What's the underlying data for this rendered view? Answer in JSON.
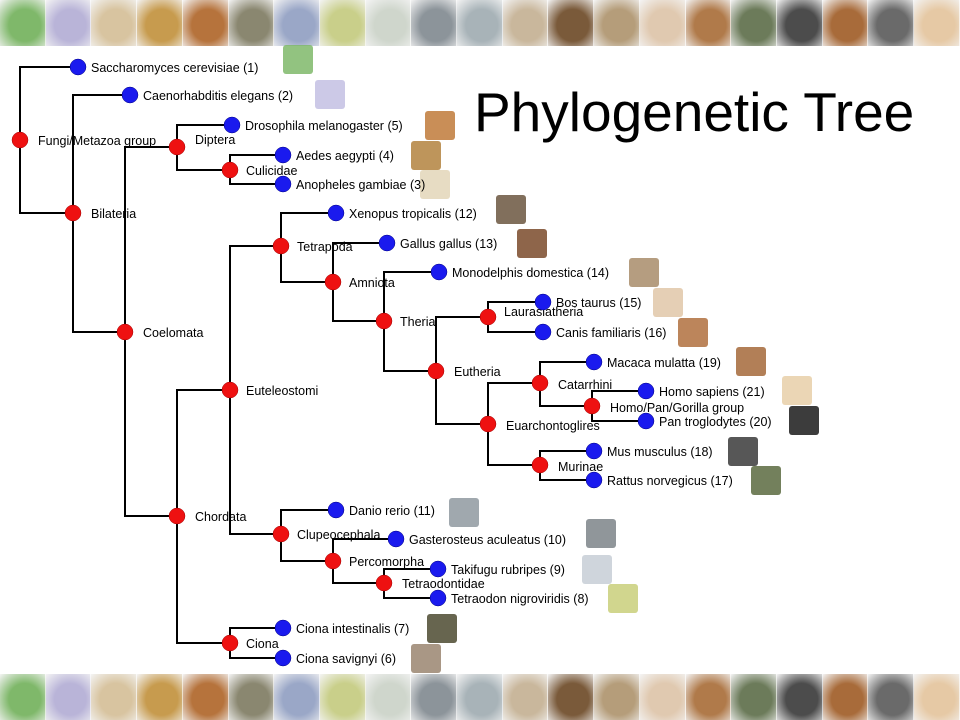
{
  "title": "Phylogenetic Tree",
  "colors": {
    "internal_node": "#ee1111",
    "leaf_node": "#1a1aee",
    "edge": "#000000"
  },
  "strip_thumbnails": [
    {
      "icon": "yeast-cell",
      "color": "#7fb86a"
    },
    {
      "icon": "nematode",
      "color": "#b9b4d8"
    },
    {
      "icon": "mosquito",
      "color": "#d8c4a0"
    },
    {
      "icon": "fruit-fly",
      "color": "#c79b4e"
    },
    {
      "icon": "fruit-fly-2",
      "color": "#b6733c"
    },
    {
      "icon": "sea-squirt",
      "color": "#8a8770"
    },
    {
      "icon": "sea-squirt-2",
      "color": "#9aa7c7"
    },
    {
      "icon": "pufferfish",
      "color": "#c9cf8a"
    },
    {
      "icon": "pufferfish-2",
      "color": "#cfd6cc"
    },
    {
      "icon": "stickleback",
      "color": "#8c949a"
    },
    {
      "icon": "zebrafish",
      "color": "#a8b3b8"
    },
    {
      "icon": "frog",
      "color": "#c9b79c"
    },
    {
      "icon": "chicken",
      "color": "#7a5a3a"
    },
    {
      "icon": "opossum",
      "color": "#b59d7a"
    },
    {
      "icon": "cow",
      "color": "#e0c9b0"
    },
    {
      "icon": "dog",
      "color": "#b07a4a"
    },
    {
      "icon": "rat",
      "color": "#6c7b5a"
    },
    {
      "icon": "mouse",
      "color": "#4c4c4c"
    },
    {
      "icon": "macaque",
      "color": "#a86b3a"
    },
    {
      "icon": "chimpanzee",
      "color": "#6a6a6a"
    },
    {
      "icon": "vitruvian-man",
      "color": "#e6c9a5"
    }
  ],
  "tree": {
    "internal": [
      {
        "id": "root",
        "label": ""
      },
      {
        "id": "fungi",
        "label": "Fungi/Metazoa group"
      },
      {
        "id": "bilateria",
        "label": "Bilateria"
      },
      {
        "id": "coelomata",
        "label": "Coelomata"
      },
      {
        "id": "diptera",
        "label": "Diptera"
      },
      {
        "id": "culicidae",
        "label": "Culicidae"
      },
      {
        "id": "chordata",
        "label": "Chordata"
      },
      {
        "id": "euteleostomi",
        "label": "Euteleostomi"
      },
      {
        "id": "tetrapoda",
        "label": "Tetrapoda"
      },
      {
        "id": "amniota",
        "label": "Amniota"
      },
      {
        "id": "theria",
        "label": "Theria"
      },
      {
        "id": "eutheria",
        "label": "Eutheria"
      },
      {
        "id": "laurasiatheria",
        "label": "Laurasiatheria"
      },
      {
        "id": "euarchontoglires",
        "label": "Euarchontoglires"
      },
      {
        "id": "catarrhini",
        "label": "Catarrhini"
      },
      {
        "id": "homopangorilla",
        "label": "Homo/Pan/Gorilla group"
      },
      {
        "id": "murinae",
        "label": "Murinae"
      },
      {
        "id": "clupeocephala",
        "label": "Clupeocephala"
      },
      {
        "id": "percomorpha",
        "label": "Percomorpha"
      },
      {
        "id": "tetraodontidae",
        "label": "Tetraodontidae"
      },
      {
        "id": "ciona",
        "label": "Ciona"
      }
    ],
    "leaves": [
      {
        "id": "scer",
        "label": "Saccharomyces cerevisiae (1)",
        "icon": "yeast-cell",
        "color": "#7fb86a"
      },
      {
        "id": "cele",
        "label": "Caenorhabditis elegans (2)",
        "icon": "nematode",
        "color": "#c3bfe3"
      },
      {
        "id": "dmel",
        "label": "Drosophila melanogaster (5)",
        "icon": "fruit-fly",
        "color": "#c07a3a"
      },
      {
        "id": "aaeg",
        "label": "Aedes aegypti (4)",
        "icon": "mosquito",
        "color": "#b3823e"
      },
      {
        "id": "agam",
        "label": "Anopheles gambiae (3)",
        "icon": "mosquito",
        "color": "#e3d6b8"
      },
      {
        "id": "xtro",
        "label": "Xenopus tropicalis (12)",
        "icon": "frog",
        "color": "#6b5640"
      },
      {
        "id": "ggal",
        "label": "Gallus gallus (13)",
        "icon": "chicken",
        "color": "#7a4a2a"
      },
      {
        "id": "mdom",
        "label": "Monodelphis domestica (14)",
        "icon": "opossum",
        "color": "#a88c6a"
      },
      {
        "id": "btau",
        "label": "Bos taurus (15)",
        "icon": "cow",
        "color": "#e0c7a8"
      },
      {
        "id": "cfam",
        "label": "Canis familiaris (16)",
        "icon": "dog",
        "color": "#b0703e"
      },
      {
        "id": "mmul",
        "label": "Macaca mulatta (19)",
        "icon": "macaque",
        "color": "#a5683a"
      },
      {
        "id": "hsap",
        "label": "Homo sapiens (21)",
        "icon": "vitruvian-man",
        "color": "#e8cfa8"
      },
      {
        "id": "ptro",
        "label": "Pan troglodytes (20)",
        "icon": "chimpanzee",
        "color": "#1a1a1a"
      },
      {
        "id": "mmus",
        "label": "Mus musculus (18)",
        "icon": "mouse",
        "color": "#3a3a3a"
      },
      {
        "id": "rnor",
        "label": "Rattus norvegicus (17)",
        "icon": "rat",
        "color": "#5a6a40"
      },
      {
        "id": "drer",
        "label": "Danio rerio (11)",
        "icon": "zebrafish",
        "color": "#8f99a0"
      },
      {
        "id": "gacu",
        "label": "Gasterosteus aculeatus (10)",
        "icon": "stickleback",
        "color": "#7c8488"
      },
      {
        "id": "trub",
        "label": "Takifugu rubripes (9)",
        "icon": "pufferfish",
        "color": "#c7ced6"
      },
      {
        "id": "tnig",
        "label": "Tetraodon nigroviridis (8)",
        "icon": "pufferfish",
        "color": "#c9cf7a"
      },
      {
        "id": "cint",
        "label": "Ciona intestinalis (7)",
        "icon": "sea-squirt",
        "color": "#4c4a30"
      },
      {
        "id": "csav",
        "label": "Ciona savignyi (6)",
        "icon": "sea-squirt",
        "color": "#9a8570"
      }
    ]
  }
}
